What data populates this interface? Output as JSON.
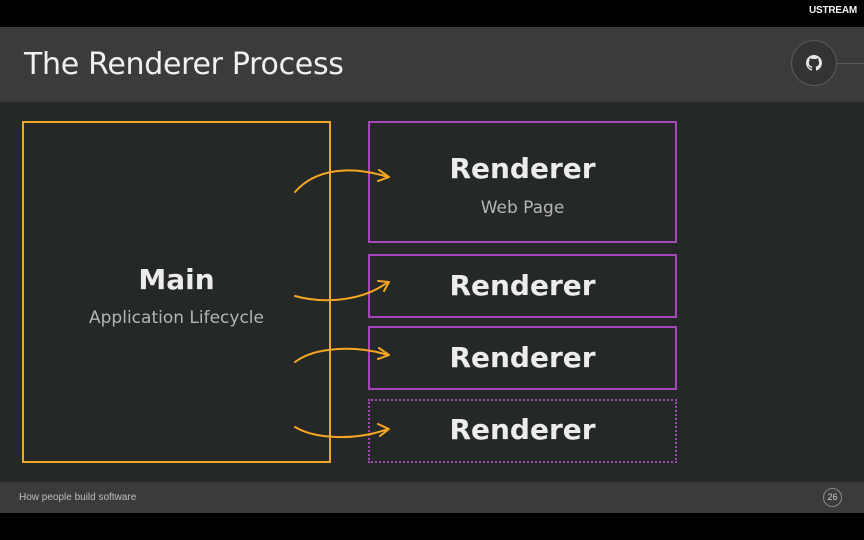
{
  "broadcast": {
    "logo": "USTREAM"
  },
  "slide": {
    "title": "The Renderer Process",
    "icon": "github-icon",
    "main": {
      "label": "Main",
      "sub": "Application Lifecycle"
    },
    "renderers": [
      {
        "label": "Renderer",
        "sub": "Web Page",
        "style": "solid"
      },
      {
        "label": "Renderer",
        "style": "solid"
      },
      {
        "label": "Renderer",
        "style": "solid"
      },
      {
        "label": "Renderer",
        "style": "dotted"
      }
    ],
    "footer": {
      "text": "How people build software",
      "page": "26"
    }
  },
  "colors": {
    "main_border": "#f5a623",
    "renderer_border": "#a546b8",
    "arrow": "#f5a623",
    "slide_bg": "#242826",
    "band_bg": "#3b3b39"
  }
}
